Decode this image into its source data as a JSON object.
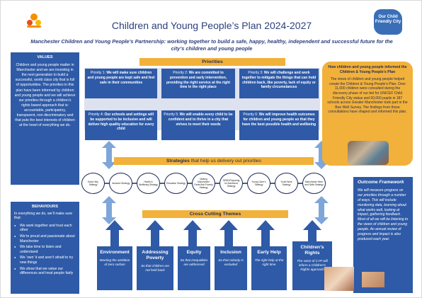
{
  "header": {
    "title": "Children and Young People’s Plan 2024-2027",
    "subtitle": "Manchester Children and Young People’s Partnership: working together to build a safe, happy, healthy, independent and successful future for the city’s children and young people",
    "logo_right_text": "Our Child Friendly City"
  },
  "values": {
    "heading": "VALUES",
    "text": "Children and young people matter in Manchester and we are investing in the next generation to build a successful, world class city that is full of opportunities. The priorities in this plan have been informed by children and young people and we will achieve our priorities through a children’s rights based approach that is: accountable, participatory, transparent, non discriminatory and that puts the best interests of children at the heart of everything we do."
  },
  "behaviours": {
    "heading": "BEHAVIOURS",
    "intro": "In everything we do, we’ll make sure that:",
    "items": [
      "We work together and trust each other",
      "We’re proud and passionate about Manchester",
      "We take time to listen and understand",
      "We ‘own’ it and aren’t afraid to try new things",
      "We show that we value our differences and treat people fairly"
    ]
  },
  "priorities": {
    "heading": "Priorities",
    "items": [
      {
        "label": "Priority 1:",
        "text": "We will make sure children and young people are kept safe and feel safe in their communities"
      },
      {
        "label": "Priority 2:",
        "text": "We are committed to prevention and early intervention, providing the right service at the right time in the right place"
      },
      {
        "label": "Priority 3:",
        "text": "We will challenge and work together to mitigate the things that can hold children back, like poverty, lack of equity or family circumstances"
      },
      {
        "label": "Priority 4:",
        "text": "Our schools and settings will be supported to be inclusive and will deliver high quality education for every child"
      },
      {
        "label": "Priority 5:",
        "text": "We will enable every child to be confident and to thrive in a city that strives to meet their needs"
      },
      {
        "label": "Priority 6:",
        "text": "We will improve health outcomes for children and young people so that they have the best possible health and wellbeing"
      }
    ]
  },
  "strategies": {
    "heading_bold": "Strategies",
    "heading_rest": " that help us delivery out priorities",
    "items": [
      "Early Help Strategy",
      "Inclusion Strategy",
      "Health & Wellbeing Strategy",
      "Education Strategy",
      "Making Manchester Fairer/Anti Poverty Strategy",
      "SEND/Preparing for Adulthood Strategy",
      "Young Carer’s Strategy",
      "Youth Work Strategy",
      "Manchester Work and Skills Strategy"
    ]
  },
  "cross_cutting": {
    "heading": "Cross Cutting Themes",
    "themes": [
      {
        "name": "Environment",
        "desc": "Meeting the ambition of zero carbon"
      },
      {
        "name": "Addressing Poverty",
        "desc": "So that children are not held back"
      },
      {
        "name": "Equity",
        "desc": "So that inequalities are addressed"
      },
      {
        "name": "Inclusion",
        "desc": "So that nobody is excluded"
      },
      {
        "name": "Early Help",
        "desc": "The right help at the right time"
      },
      {
        "name": "Children’s Rights",
        "desc": "The voice of CYP will inform a Children’s Rights approach"
      }
    ]
  },
  "informed": {
    "heading": "How children and young people informed the Children & Young People’s Plan",
    "text": "The views of children and young people helped create the Children & Young People’s Plan. Over 11,000 children were consulted during the discovery phase of our bid for UNICEF Child Friendly City status and 60,000 pupils in 187 schools across Greater Manchester took part in the Bee Well Survey. The findings from those consultations have shaped and informed this plan."
  },
  "outcome": {
    "heading": "Outcome Framework",
    "text": "We will measure progress on our priorities through a number of ways. This will include monitoring data, learning about what works well, looking at impact, gathering feedback . Most of all we will be listening to the views of children and young people. An annual review of progress and impact is also produced each year."
  },
  "colors": {
    "blue": "#2e5aa7",
    "amber": "#f2b13a",
    "navy": "#1f2a57",
    "arrow_blue": "#7fa6d9"
  }
}
